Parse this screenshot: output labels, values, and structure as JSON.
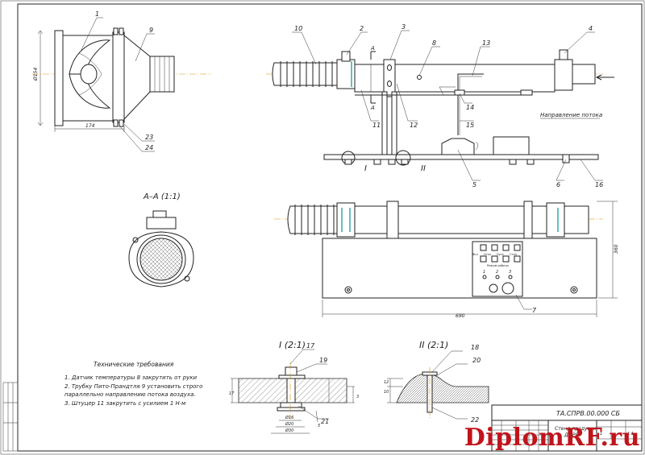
{
  "callouts": [
    "1",
    "9",
    "23",
    "24",
    "10",
    "2",
    "3",
    "8",
    "13",
    "4",
    "11",
    "12",
    "14",
    "15",
    "5",
    "6",
    "16",
    "7",
    "17",
    "19",
    "21",
    "18",
    "20",
    "22"
  ],
  "section_markers": {
    "a_top": "A",
    "a_bottom": "A",
    "detail_one": "I",
    "detail_two": "II"
  },
  "dimensions": {
    "d_fan": "Ø154",
    "w_fan": "174",
    "length": "690",
    "height": "360",
    "d16": "Ø16",
    "d20": "Ø20",
    "d30": "Ø30",
    "d_17": "17",
    "d_3": "3",
    "d_5": "5",
    "d_10": "10",
    "d_12": "12"
  },
  "labels": {
    "flow_direction": "Направление потока"
  },
  "views": {
    "section_aa": "А–А (1:1)",
    "detail_one": "I (2:1)",
    "detail_two": "II (2:1)"
  },
  "control_panel": {
    "caption": "Режим работы",
    "buttons": [
      "Вкл",
      "Откл",
      "Пуск",
      "Стоп"
    ],
    "positions": [
      "1",
      "2",
      "3"
    ]
  },
  "technical_requirements": {
    "title": "Технические требования",
    "items": [
      "1. Датчик температуры 8 закрутить от руки",
      "2. Трубку Пито-Прандтля 9 установить строго",
      "параллельно направлению потока воздуха.",
      "3. Штуцер 11 закрутить с усилием 1 Н·м"
    ]
  },
  "title_block": {
    "code": "ТА.СПРВ.00.000 СБ",
    "name_line1": "Стенд продувки",
    "name_line2": "ДМРВ",
    "scale": "1:1",
    "sheet_count": "1"
  },
  "watermark": "DiplomRF.ru",
  "colors": {
    "axis": "#d89000",
    "accent": "#2aa2a2",
    "watermark": "#c0141c",
    "line": "#222222"
  }
}
